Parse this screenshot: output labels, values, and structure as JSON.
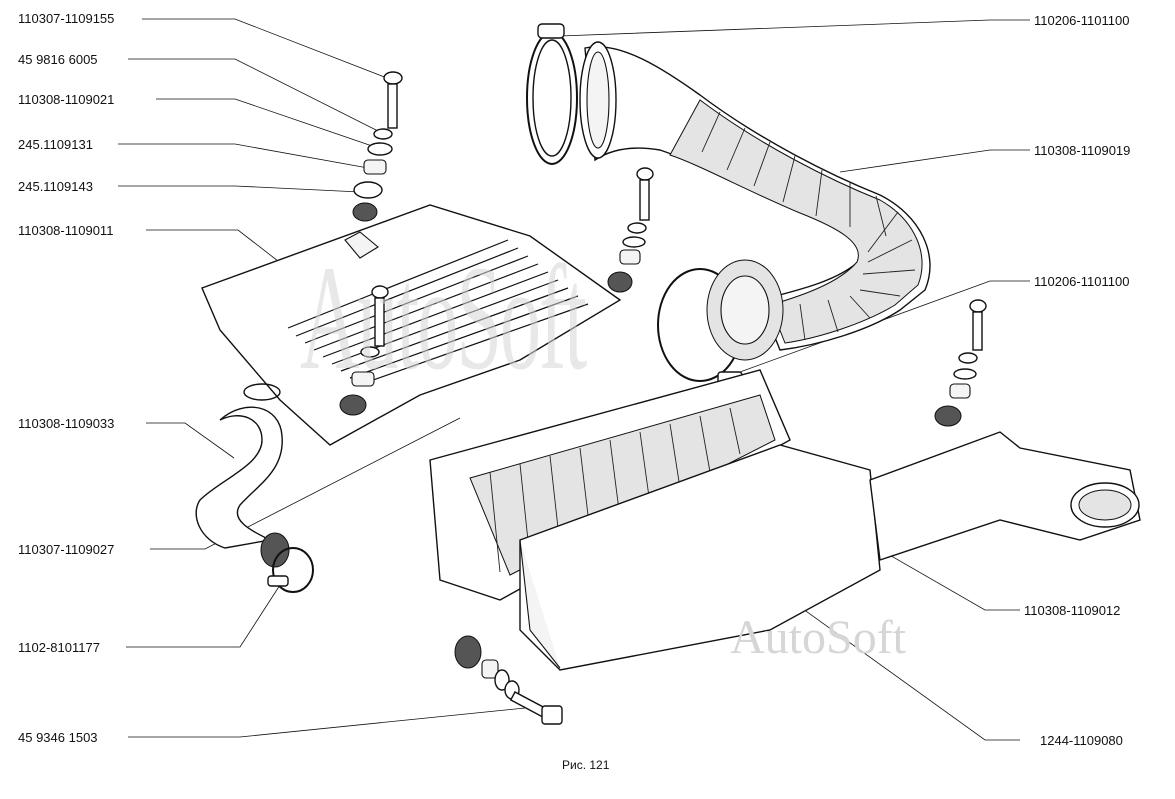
{
  "figure": {
    "caption": "Рис. 121",
    "watermark": "AutoSoft"
  },
  "callouts_left": [
    "110307-1109155",
    "45 9816  6005",
    "110308-1109021",
    "245.1109131",
    "245.1109143",
    "110308-1109011",
    "110308-1109033",
    "110307-1109027",
    "1102-8101177",
    "45 9346  1503"
  ],
  "callouts_right": [
    "110206-1101100",
    "110308-1109019",
    "110206-1101100",
    "110308-1109012",
    "1244-1109080"
  ]
}
